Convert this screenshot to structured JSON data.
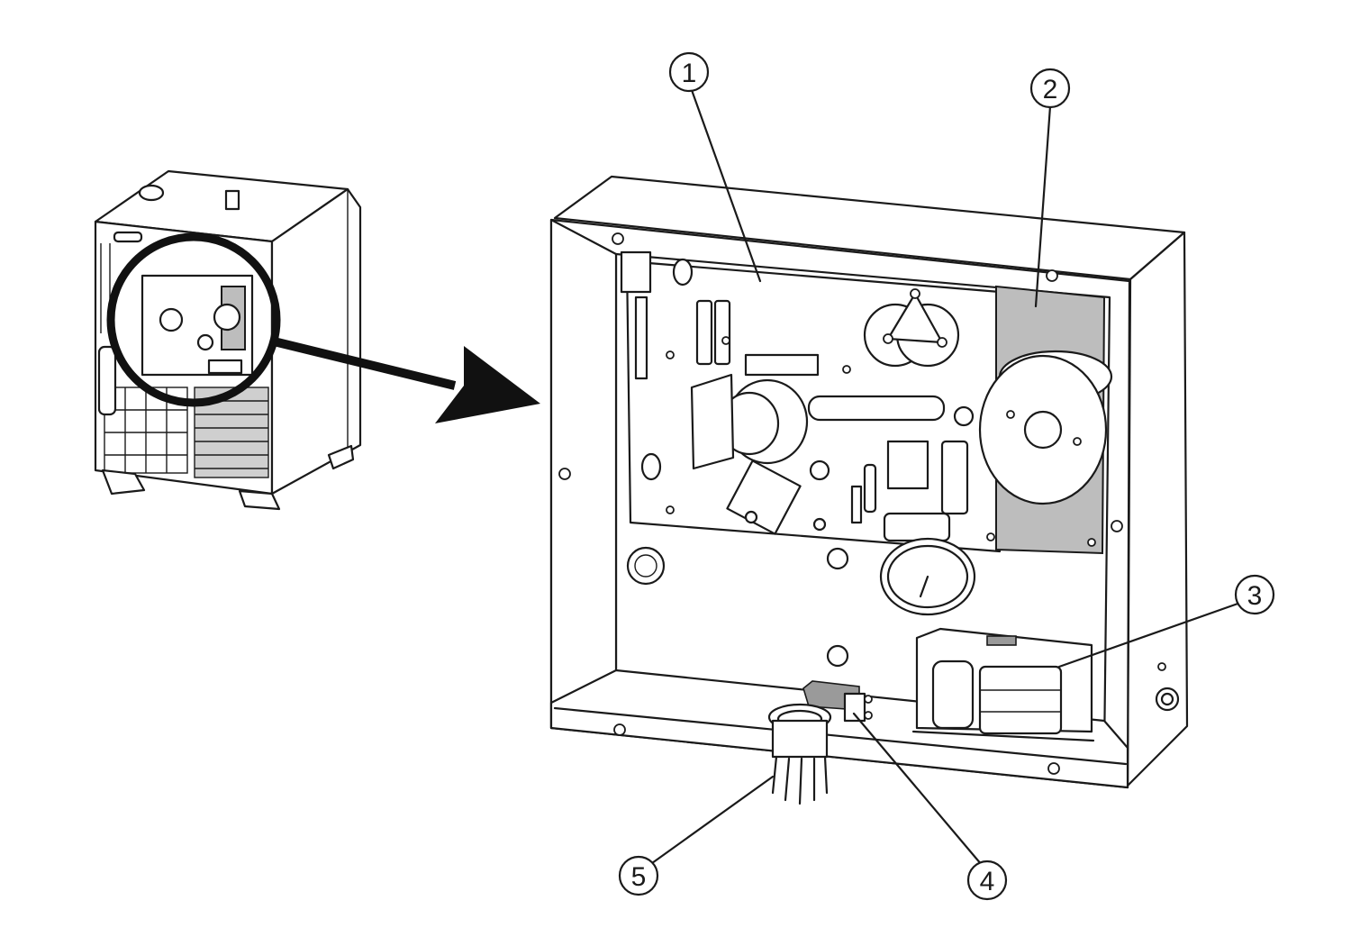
{
  "callouts": [
    {
      "id": "1",
      "label": "1"
    },
    {
      "id": "2",
      "label": "2"
    },
    {
      "id": "3",
      "label": "3"
    },
    {
      "id": "4",
      "label": "4"
    },
    {
      "id": "5",
      "label": "5"
    }
  ],
  "colors": {
    "line": "#1a1a1a",
    "shaded_panel": "#bdbdbd",
    "background": "#ffffff"
  }
}
